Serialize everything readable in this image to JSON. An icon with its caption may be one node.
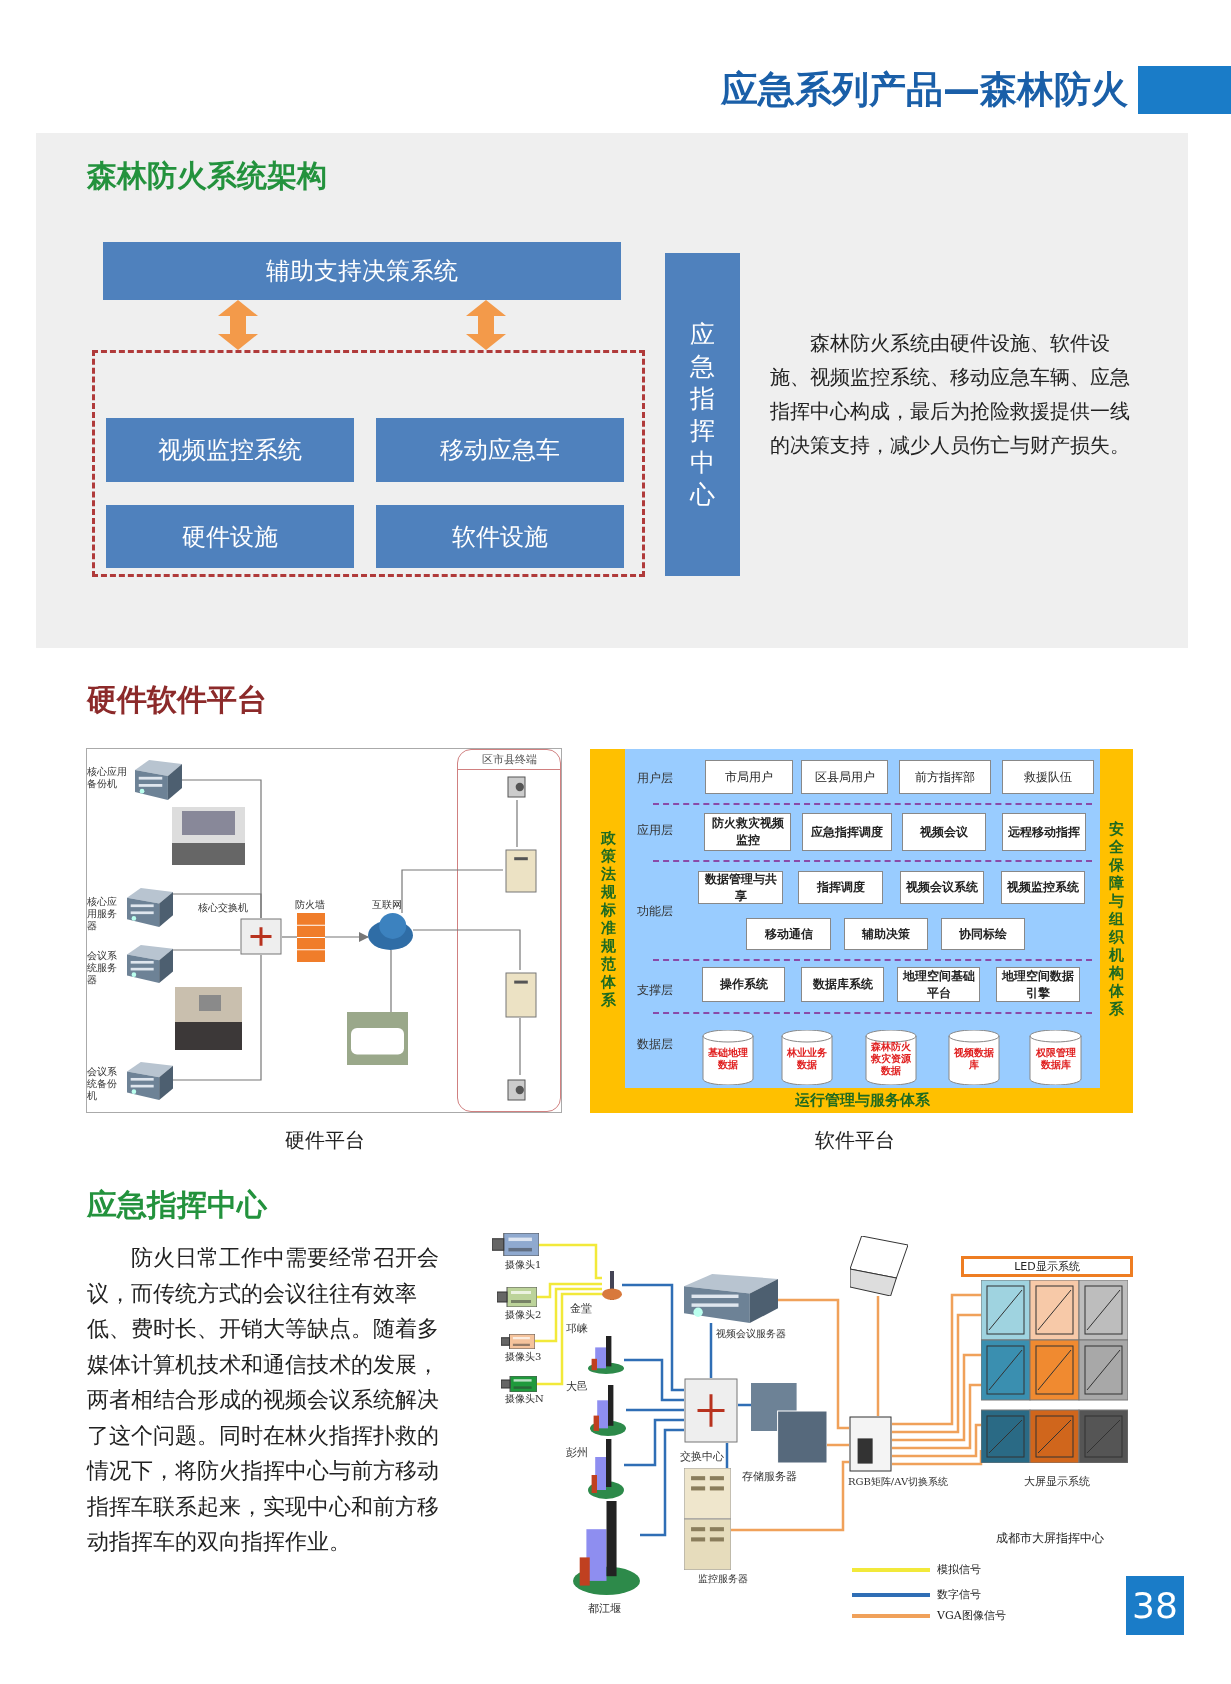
{
  "diagram": {
    "title": "应急系列产品—森林防火",
    "nodes": [
      {
        "text": [
          "辅助支持决策系统"
        ]
      },
      {
        "text": [],
        "shape": "box"
      },
      {
        "text": [
          "视频监控系统"
        ],
        "in": 1
      },
      {
        "text": [
          "移动应急车"
        ],
        "in": 1
      },
      {
        "text": [
          "硬件设施"
        ],
        "in": 1
      },
      {
        "text": [
          "软件设施"
        ],
        "in": 1
      },
      {
        "text": [
          "应急指挥中心"
        ]
      },
      {
        "text": [],
        "shape": "picture",
        "beside": [
          "核心应用备份机"
        ]
      },
      {
        "text": [],
        "shape": "picture",
        "beside": [
          "核心应用服务器"
        ]
      },
      {
        "text": [],
        "shape": "picture",
        "beside": [
          "会议系统服务器"
        ]
      },
      {
        "text": [],
        "shape": "picture",
        "beside": [
          "会议系统备份机"
        ]
      },
      {
        "text": [],
        "shape": "picture",
        "beside": [
          "核心交换机"
        ]
      },
      {
        "text": [],
        "shape": "picture",
        "beside": [
          "防火墙"
        ]
      },
      {
        "text": [],
        "shape": "cloud",
        "beside": [
          "互联网"
        ]
      },
      {
        "text": [],
        "shape": "picture"
      },
      {
        "text": [
          "区市县终端"
        ]
      },
      {
        "text": [],
        "shape": "picture",
        "in": 15
      },
      {
        "text": [],
        "shape": "picture",
        "in": 15
      },
      {
        "text": [],
        "shape": "picture",
        "in": 15
      },
      {
        "text": [],
        "shape": "picture",
        "in": 15
      },
      {
        "text": [
          "政策法规标准规范体系"
        ]
      },
      {
        "text": [
          "安全保障与组织机构体系"
        ]
      },
      {
        "text": [
          "运行管理与服务体系"
        ]
      },
      {
        "text": [
          "市局用户"
        ]
      },
      {
        "text": [
          "区县局用户"
        ]
      },
      {
        "text": [
          "前方指挥部"
        ]
      },
      {
        "text": [
          "救援队伍"
        ]
      },
      {
        "text": [
          "防火救灾视频监控"
        ]
      },
      {
        "text": [
          "应急指挥调度"
        ]
      },
      {
        "text": [
          "视频会议"
        ]
      },
      {
        "text": [
          "远程移动指挥"
        ]
      },
      {
        "text": [
          "数据管理与共享"
        ]
      },
      {
        "text": [
          "指挥调度"
        ]
      },
      {
        "text": [
          "视频会议系统"
        ]
      },
      {
        "text": [
          "视频监控系统"
        ]
      },
      {
        "text": [
          "移动通信"
        ]
      },
      {
        "text": [
          "辅助决策"
        ]
      },
      {
        "text": [
          "协同标绘"
        ]
      },
      {
        "text": [
          "操作系统"
        ]
      },
      {
        "text": [
          "数据库系统"
        ]
      },
      {
        "text": [
          "地理空间基础平台"
        ]
      },
      {
        "text": [
          "地理空间数据引擎"
        ]
      },
      {
        "text": [
          "基础地理数据"
        ]
      },
      {
        "text": [
          "林业业务数据"
        ]
      },
      {
        "text": [
          "森林防火救灾资源数据"
        ]
      },
      {
        "text": [
          "视频数据库"
        ]
      },
      {
        "text": [
          "权限管理数据库"
        ]
      },
      {
        "text": [],
        "shape": "picture",
        "beside": [
          "摄像头1"
        ]
      },
      {
        "text": [],
        "shape": "picture",
        "beside": [
          "摄像头2"
        ]
      },
      {
        "text": [],
        "shape": "picture",
        "beside": [
          "摄像头3"
        ]
      },
      {
        "text": [],
        "shape": "picture",
        "beside": [
          "摄像头N"
        ]
      },
      {
        "text": [],
        "shape": "picture",
        "beside": [
          "金堂"
        ]
      },
      {
        "text": [],
        "shape": "picture",
        "beside": [
          "邛崃"
        ]
      },
      {
        "text": [],
        "shape": "picture",
        "beside": [
          "大邑"
        ]
      },
      {
        "text": [],
        "shape": "picture",
        "beside": [
          "彭州"
        ]
      },
      {
        "text": [],
        "shape": "picture",
        "beside": [
          "都江堰"
        ]
      },
      {
        "text": [],
        "shape": "picture",
        "beside": [
          "交换中心"
        ]
      },
      {
        "text": [],
        "shape": "picture",
        "beside": [
          "视频会议服务器"
        ]
      },
      {
        "text": [],
        "shape": "picture",
        "beside": [
          "存储服务器"
        ]
      },
      {
        "text": [],
        "shape": "picture",
        "beside": [
          "监控服务器"
        ]
      },
      {
        "text": [],
        "shape": "picture"
      },
      {
        "text": [],
        "shape": "picture",
        "beside": [
          "RGB矩阵/AV切换系统"
        ]
      },
      {
        "text": [
          "LED显示系统"
        ]
      },
      {
        "text": [],
        "shape": "picture",
        "beside": [
          "大屏显示系统"
        ]
      }
    ],
    "edges": [
      {
        "from": 0,
        "to": 1,
        "arrow": "both",
        "style": "thick",
        "color": "#f39a4a"
      },
      {
        "from": 0,
        "to": 1,
        "arrow": "both",
        "style": "thick",
        "color": "#f39a4a"
      },
      {
        "from": 7,
        "to": 11,
        "arrow": "none"
      },
      {
        "from": 8,
        "to": 11,
        "arrow": "none"
      },
      {
        "from": 9,
        "to": 11,
        "arrow": "none"
      },
      {
        "from": 10,
        "to": 11,
        "arrow": "none"
      },
      {
        "from": 11,
        "to": 12,
        "arrow": "none"
      },
      {
        "from": 12,
        "to": 13,
        "arrow": "to"
      },
      {
        "from": 13,
        "to": 17,
        "arrow": "none"
      },
      {
        "from": 13,
        "to": 18,
        "arrow": "none"
      },
      {
        "from": 13,
        "to": 14,
        "arrow": "none"
      },
      {
        "from": 16,
        "to": 17,
        "arrow": "none"
      },
      {
        "from": 18,
        "to": 19,
        "arrow": "none"
      },
      {
        "from": 47,
        "to": 51,
        "arrow": "none",
        "color": "#f2e93a"
      },
      {
        "from": 48,
        "to": 51,
        "arrow": "none",
        "color": "#f2e93a"
      },
      {
        "from": 49,
        "to": 51,
        "arrow": "none",
        "color": "#f2e93a"
      },
      {
        "from": 50,
        "to": 51,
        "arrow": "none",
        "color": "#f2e93a"
      },
      {
        "from": 51,
        "to": 56,
        "arrow": "none",
        "color": "#2f6eb5"
      },
      {
        "from": 52,
        "to": 56,
        "arrow": "none",
        "color": "#2f6eb5"
      },
      {
        "from": 53,
        "to": 56,
        "arrow": "none",
        "color": "#2f6eb5"
      },
      {
        "from": 54,
        "to": 56,
        "arrow": "none",
        "color": "#2f6eb5"
      },
      {
        "from": 55,
        "to": 56,
        "arrow": "none",
        "color": "#2f6eb5"
      },
      {
        "from": 56,
        "to": 57,
        "arrow": "none",
        "color": "#2f6eb5"
      },
      {
        "from": 56,
        "to": 58,
        "arrow": "none",
        "color": "#2f6eb5"
      },
      {
        "from": 56,
        "to": 59,
        "arrow": "none",
        "color": "#2f6eb5"
      },
      {
        "from": 57,
        "to": 61,
        "arrow": "none",
        "color": "#f0a15a"
      },
      {
        "from": 58,
        "to": 61,
        "arrow": "none",
        "color": "#f0a15a"
      },
      {
        "from": 59,
        "to": 61,
        "arrow": "none",
        "color": "#f0a15a"
      },
      {
        "from": 60,
        "to": 61,
        "arrow": "none",
        "color": "#f0a15a"
      },
      {
        "from": 61,
        "to": 63,
        "arrow": "none",
        "color": "#f0a15a"
      }
    ],
    "labels": [
      "森林防火系统架构",
      "森林防火系统由硬件设施、软件设施、视频监控系统、移动应急车辆、应急指挥中心构成，最后为抢险救援提供一线的决策支持，减少人员伤亡与财产损失。",
      "硬件软件平台",
      "硬件平台",
      "软件平台",
      "用户层",
      "应用层",
      "功能层",
      "支撑层",
      "数据层",
      "应急指挥中心",
      "防火日常工作中需要经常召开会议，而传统方式的会议往往有效率低、费时长、开销大等缺点。随着多媒体计算机技术和通信技术的发展，两者相结合形成的视频会议系统解决了这个问题。同时在林火指挥扑救的情况下，将防火指挥中心与前方移动指挥车联系起来，实现中心和前方移动指挥车的双向指挥作业。",
      "成都市大屏指挥中心",
      "38"
    ],
    "legend": [
      {
        "text": "模拟信号"
      },
      {
        "text": "数字信号"
      },
      {
        "text": "VGA图像信号"
      }
    ]
  }
}
